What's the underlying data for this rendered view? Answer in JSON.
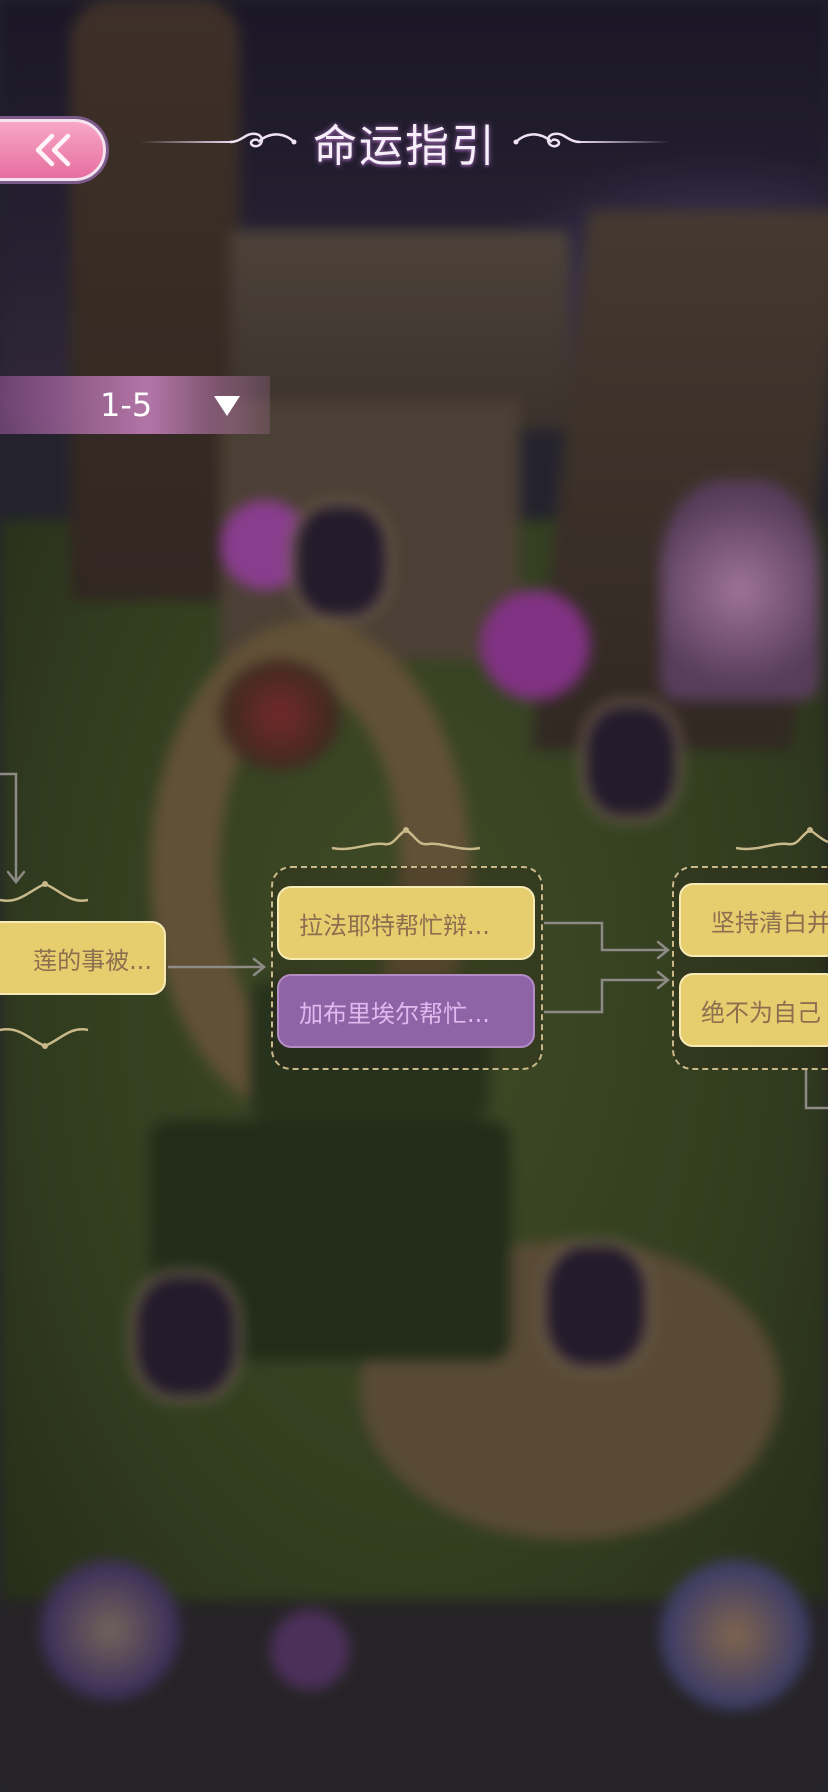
{
  "header": {
    "back_label": "«",
    "title": "命运指引"
  },
  "chapter": {
    "selected": "1-5"
  },
  "flow": {
    "left_node": "莲的事被...",
    "middle_options": [
      {
        "label": "拉法耶特帮忙辩...",
        "style": "gold",
        "selected": false
      },
      {
        "label": "加布里埃尔帮忙...",
        "style": "purple",
        "selected": true
      }
    ],
    "right_options": [
      {
        "label": "坚持清白并",
        "style": "gold"
      },
      {
        "label": "绝不为自己",
        "style": "gold"
      }
    ]
  },
  "colors": {
    "back_button": "#e76ea1",
    "node_gold": "#e6cd6e",
    "node_gold_text": "#8b6f4f",
    "node_purple": "#8e64a6",
    "node_purple_text": "#e3b8ef",
    "chapter_bar": "#c882be"
  },
  "icons": {
    "back": "double-chevron-left-icon",
    "dropdown": "triangle-down-icon",
    "flourish": "ornament-flourish-icon",
    "crown": "crown-ornament-icon"
  }
}
